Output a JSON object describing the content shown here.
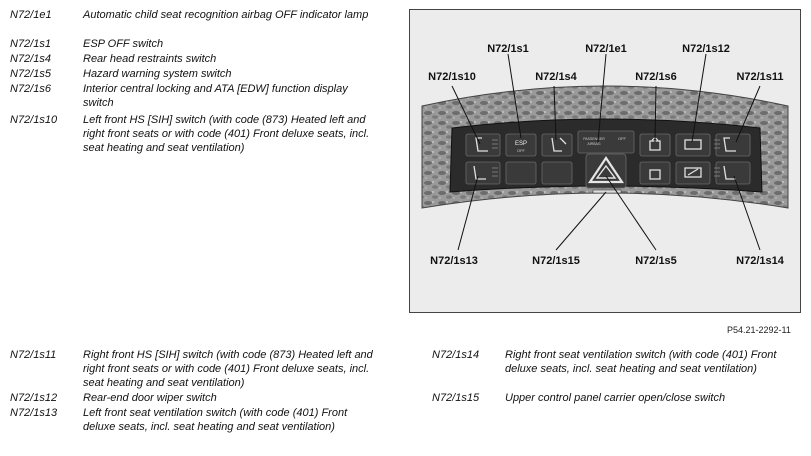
{
  "legend_top": [
    {
      "code": "N72/1e1",
      "desc": "Automatic child seat recognition airbag OFF indicator lamp"
    },
    {
      "code": "N72/1s1",
      "desc": "ESP OFF switch"
    },
    {
      "code": "N72/1s4",
      "desc": "Rear head restraints switch"
    },
    {
      "code": "N72/1s5",
      "desc": "Hazard warning system switch"
    },
    {
      "code": "N72/1s6",
      "desc": "Interior central locking and ATA [EDW] function display switch"
    },
    {
      "code": "N72/1s10",
      "desc": "Left front HS [SIH] switch (with code (873) Heated left and right front seats or with code (401) Front deluxe seats, incl. seat heating and seat ventilation)"
    }
  ],
  "legend_bottom_left": [
    {
      "code": "N72/1s11",
      "desc": "Right front HS [SIH] switch (with code (873) Heated left and right front seats or with code (401) Front deluxe seats, incl. seat heating and seat ventilation)"
    },
    {
      "code": "N72/1s12",
      "desc": "Rear-end door wiper switch"
    },
    {
      "code": "N72/1s13",
      "desc": "Left front seat ventilation switch (with code (401) Front deluxe seats, incl. seat heating and seat ventilation)"
    }
  ],
  "legend_bottom_right": [
    {
      "code": "N72/1s14",
      "desc": "Right front seat ventilation switch (with code (401) Front deluxe seats, incl. seat heating and seat ventilation)"
    },
    {
      "code": "N72/1s15",
      "desc": "Upper control panel carrier open/close switch"
    }
  ],
  "figure": {
    "callouts": {
      "s1": "N72/1s1",
      "e1": "N72/1e1",
      "s12": "N72/1s12",
      "s10": "N72/1s10",
      "s4": "N72/1s4",
      "s6": "N72/1s6",
      "s11": "N72/1s11",
      "s13": "N72/1s13",
      "s15": "N72/1s15",
      "s5": "N72/1s5",
      "s14": "N72/1s14"
    },
    "button_text": {
      "esp": "ESP",
      "esp_sub": "OFF",
      "passenger": "PASSENGER",
      "airbag": "AIRBAG",
      "off": "OFF"
    }
  },
  "reference_id": "P54.21-2292-11"
}
